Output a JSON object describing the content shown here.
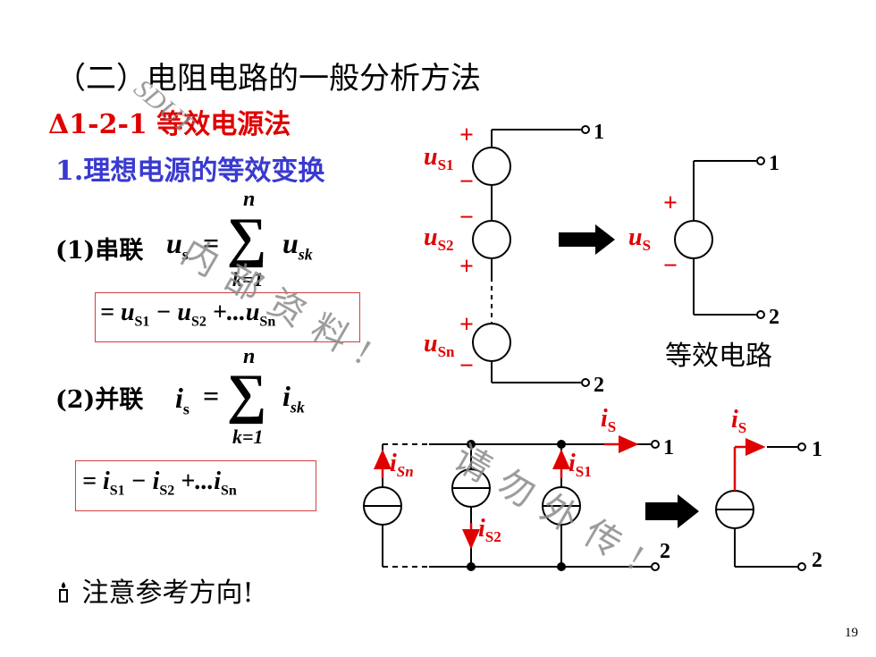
{
  "slide": {
    "title": "（二）电阻电路的一般分析方法",
    "section": "Δ1-2-1  等效电源法",
    "subtitle": "1.理想电源的等效变换",
    "series": {
      "label": "(1)串联",
      "lhs": "u",
      "lhs_sub": "s",
      "eq": "=",
      "sum_top": "n",
      "sum_bottom": "k=1",
      "term": "u",
      "term_sub": "sk",
      "expansion": "= u",
      "exp_s1": "S1",
      "exp_minus": " − u",
      "exp_s2": "S2",
      "exp_plus": " +...u",
      "exp_sn": "Sn"
    },
    "parallel": {
      "label": "(2)并联",
      "lhs": "i",
      "lhs_sub": "s",
      "eq": "=",
      "sum_top": "n",
      "sum_bottom": "k=1",
      "term": "i",
      "term_sub": "sk",
      "expansion": "= i",
      "exp_s1": "S1",
      "exp_minus": " − i",
      "exp_s2": "S2",
      "exp_plus": " +...i",
      "exp_sn": "Sn"
    },
    "note_icon": "candle-icon",
    "note": "注意参考方向!",
    "page_number": "19"
  },
  "circuit_series": {
    "us1": "u",
    "us1_sub": "S1",
    "us2": "u",
    "us2_sub": "S2",
    "usn": "u",
    "usn_sub": "Sn",
    "plus": "+",
    "minus": "−",
    "node1": "1",
    "node2": "2"
  },
  "circuit_series_equiv": {
    "us": "u",
    "us_sub": "S",
    "plus": "+",
    "minus": "−",
    "node1": "1",
    "node2": "2",
    "caption": "等效电路"
  },
  "circuit_parallel": {
    "isn": "i",
    "isn_sub": "Sn",
    "is2": "i",
    "is2_sub": "S2",
    "is1": "i",
    "is1_sub": "S1",
    "is": "i",
    "is_sub": "S",
    "node1": "1",
    "node2": "2"
  },
  "circuit_parallel_equiv": {
    "is": "i",
    "is_sub": "S",
    "node1": "1",
    "node2": "2"
  },
  "watermark": {
    "top": "SDUT",
    "middle": "内部资料!",
    "bottom": "请勿外传!"
  },
  "colors": {
    "title_red": "#e00000",
    "subtitle_blue": "#3a3ad0",
    "box_border": "#d04040",
    "watermark": "#8a8a8a"
  }
}
